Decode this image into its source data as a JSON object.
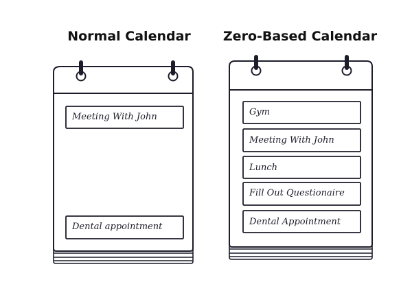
{
  "calendars": [
    {
      "title": "Normal Calendar",
      "events": [
        {
          "label": "Meeting With John"
        },
        {
          "label": "Dental appointment"
        }
      ]
    },
    {
      "title": "Zero-Based Calendar",
      "events": [
        {
          "label": "Gym"
        },
        {
          "label": "Meeting With John"
        },
        {
          "label": "Lunch"
        },
        {
          "label": "Fill Out Questionaire"
        },
        {
          "label": "Dental Appointment"
        }
      ]
    }
  ],
  "colors": {
    "ink": "#1c1c2a",
    "paper": "#ffffff"
  }
}
